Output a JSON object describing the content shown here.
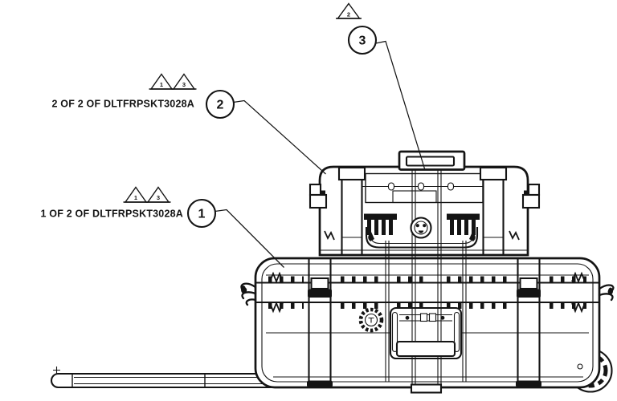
{
  "canvas": {
    "background": "#ffffff",
    "line_color": "#141414"
  },
  "labels": {
    "upper": "2 OF 2 OF DLTFRPSKT3028A",
    "lower": "1 OF 2 OF DLTFRPSKT3028A"
  },
  "callouts": {
    "balloon_1": "1",
    "balloon_2": "2",
    "balloon_3": "3"
  },
  "flag_notes": {
    "upper_pair": [
      "1",
      "3"
    ],
    "lower_pair": [
      "1",
      "3"
    ],
    "top_single": "2"
  }
}
